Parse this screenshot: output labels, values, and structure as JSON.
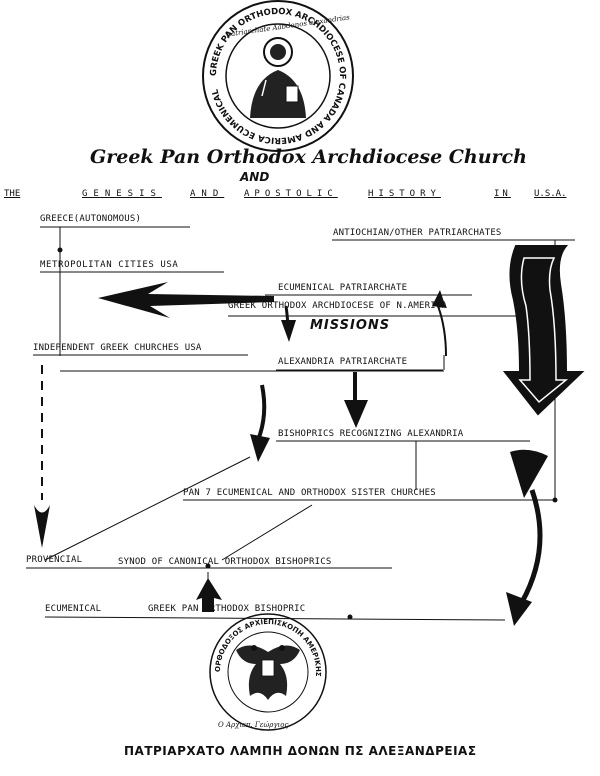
{
  "seal_top": {
    "ring_text": "GREEK PAN ORTHODOX ARCHDIOCESE OF CANADA AND AMERICA ECUMENICAL",
    "inner_text": "patriarchate Aabdonos alexandrias"
  },
  "title": "Greek Pan Orthodox Archdiocese Church",
  "and_word": "AND",
  "genesis_line": [
    "THE",
    "GENESIS",
    "AND",
    "APOSTOLIC",
    "HISTORY",
    "IN",
    "U.S.A."
  ],
  "nodes": {
    "greece": "GREECE(AUTONOMOUS)",
    "antiochian": "ANTIOCHIAN/OTHER PATRIARCHATES",
    "metropolitan": "METROPOLITAN CITIES USA",
    "ecumenical_patriarchate": "ECUMENICAL PATRIARCHATE",
    "greek_orthodox_archdiocese": "GREEK ORTHODOX ARCHDIOCESE OF N.AMERICA",
    "missions": "MISSIONS",
    "independent": "INDEPENDENT GREEK CHURCHES USA",
    "alexandria": "ALEXANDRIA PATRIARCHATE",
    "bishoprics": "BISHOPRICS RECOGNIZING ALEXANDRIA",
    "pan_ecumenical": "PAN 7 ECUMENICAL AND  ORTHODOX SISTER CHURCHES",
    "provencial": "PROVENCIAL",
    "synod": "SYNOD OF CANONICAL ORTHODOX BISHOPRICS",
    "ecumenical": "ECUMENICAL",
    "greek_pan_bishopric": "GREEK PAN ORTHODOX BISHOPRIC"
  },
  "seal_bottom": {
    "ring_text": "ΟΡΘΟΔΟΞΟΣ ΑΡΧΙΕΠΙΣΚΟΠΗ ΑΜΕΡΙΚΗΣ",
    "signature_line": "Ο Αρχιεπ. Γεώργιος"
  },
  "footer": "ΠΑΤΡΙΑΡΧΑΤΟ  ΛΑΜΠΗ ΔΟΝΩΝ ΠΣ ΑΛΕΞΑΝΔΡΕΙΑΣ",
  "colors": {
    "ink": "#111111",
    "paper": "#ffffff"
  }
}
